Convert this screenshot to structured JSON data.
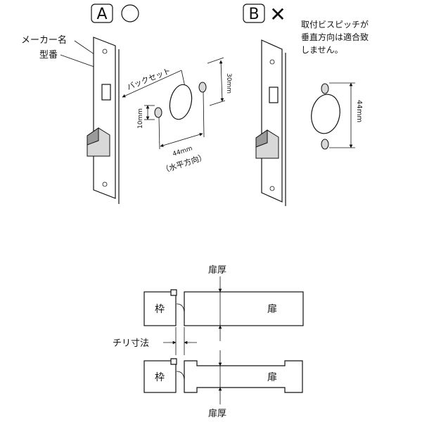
{
  "panel_a": {
    "badge": "A",
    "mark": "○",
    "maker_label": "メーカー名",
    "model_label": "型番",
    "backset_label": "バックセット",
    "dim_30": "30mm",
    "dim_10": "10mm",
    "dim_44": "44mm",
    "horizontal_label": "（水平方向）"
  },
  "panel_b": {
    "badge": "B",
    "mark": "✕",
    "note_lines": [
      "取付ビスピッチが",
      "垂直方向は適合致",
      "しません。"
    ],
    "dim_44": "44mm"
  },
  "bottom": {
    "door_thickness_top": "扉厚",
    "door_thickness_bottom": "扉厚",
    "frame_label_top": "枠",
    "frame_label_bottom": "枠",
    "door_label_top": "扉",
    "door_label_bottom": "扉",
    "clearance_label": "チリ寸法"
  }
}
